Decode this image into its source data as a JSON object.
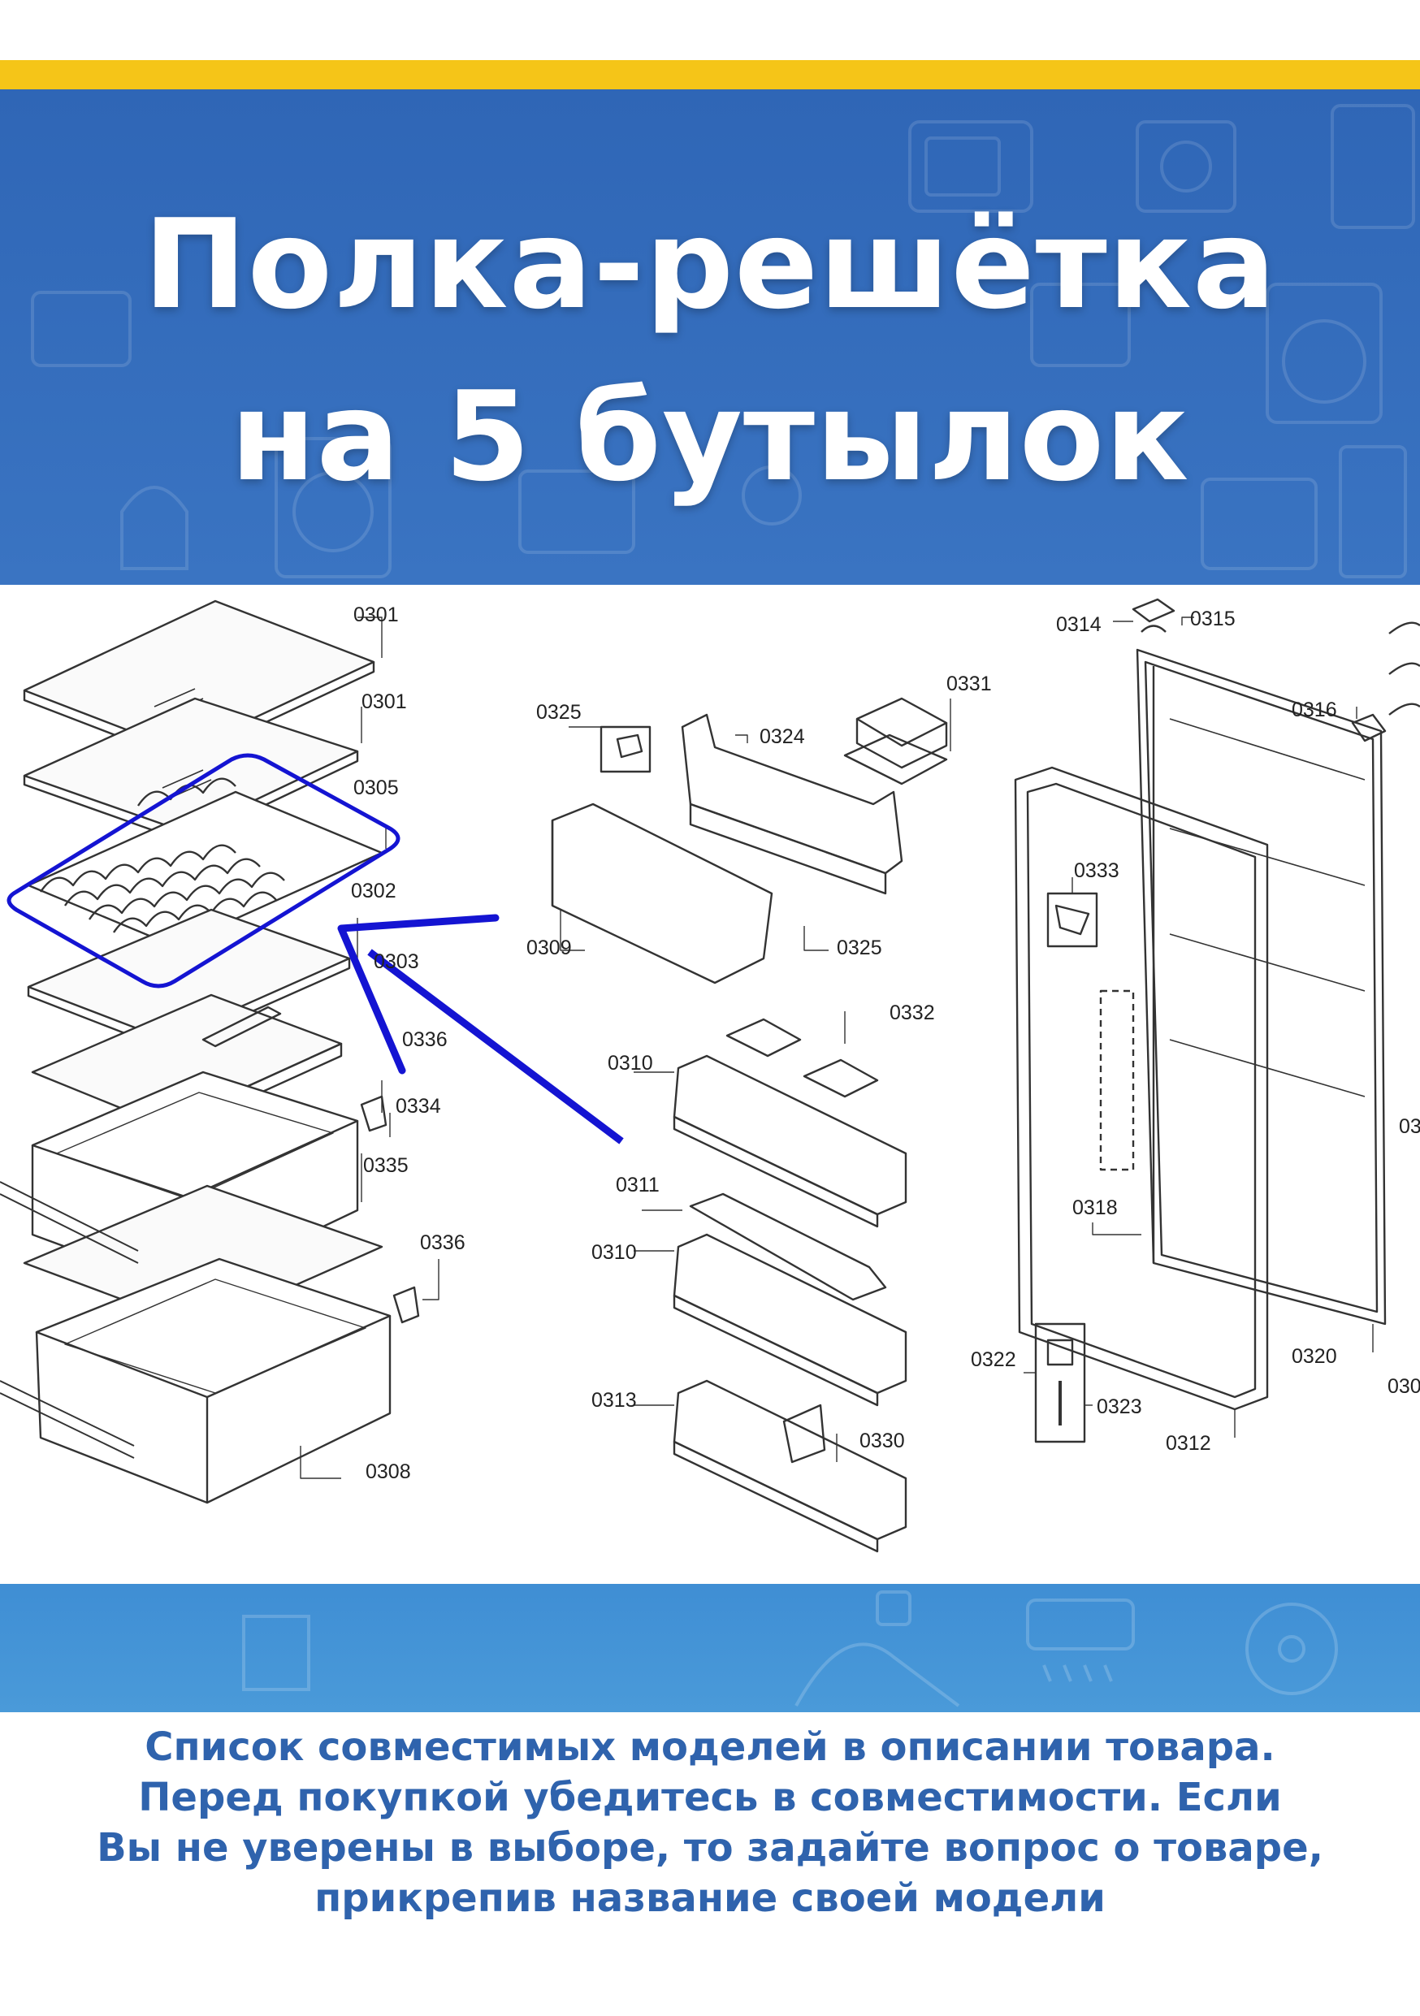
{
  "title": {
    "line1": "Полка-решётка",
    "line2": "на 5 бутылок"
  },
  "parts": {
    "p0301a": "0301",
    "p0301b": "0301",
    "p0305": "0305",
    "p0302": "0302",
    "p0303": "0303",
    "p0336a": "0336",
    "p0334": "0334",
    "p0335": "0335",
    "p0336b": "0336",
    "p0308": "0308",
    "p0325a": "0325",
    "p0324": "0324",
    "p0331": "0331",
    "p0309": "0309",
    "p0325b": "0325",
    "p0310a": "0310",
    "p0332": "0332",
    "p0311": "0311",
    "p0310b": "0310",
    "p0313": "0313",
    "p0330": "0330",
    "p0314": "0314",
    "p0315": "0315",
    "p0316": "0316",
    "p0333": "0333",
    "p0318": "0318",
    "p0322": "0322",
    "p0323": "0323",
    "p0320": "0320",
    "p0312": "0312",
    "p03cut1": "03",
    "p030cut": "030"
  },
  "footer": {
    "line1": "Список совместимых моделей в описании товара.",
    "line2": "Перед покупкой убедитесь в совместимости. Если",
    "line3": "Вы не уверены в выборе, то задайте вопрос о товаре,",
    "line4": "прикрепив название своей модели"
  },
  "colors": {
    "header_blue": "#2f66b6",
    "accent_yellow": "#f5c518",
    "band_blue": "#4a9ad9",
    "footer_text": "#2f63ad",
    "highlight_blue": "#1414d2"
  }
}
